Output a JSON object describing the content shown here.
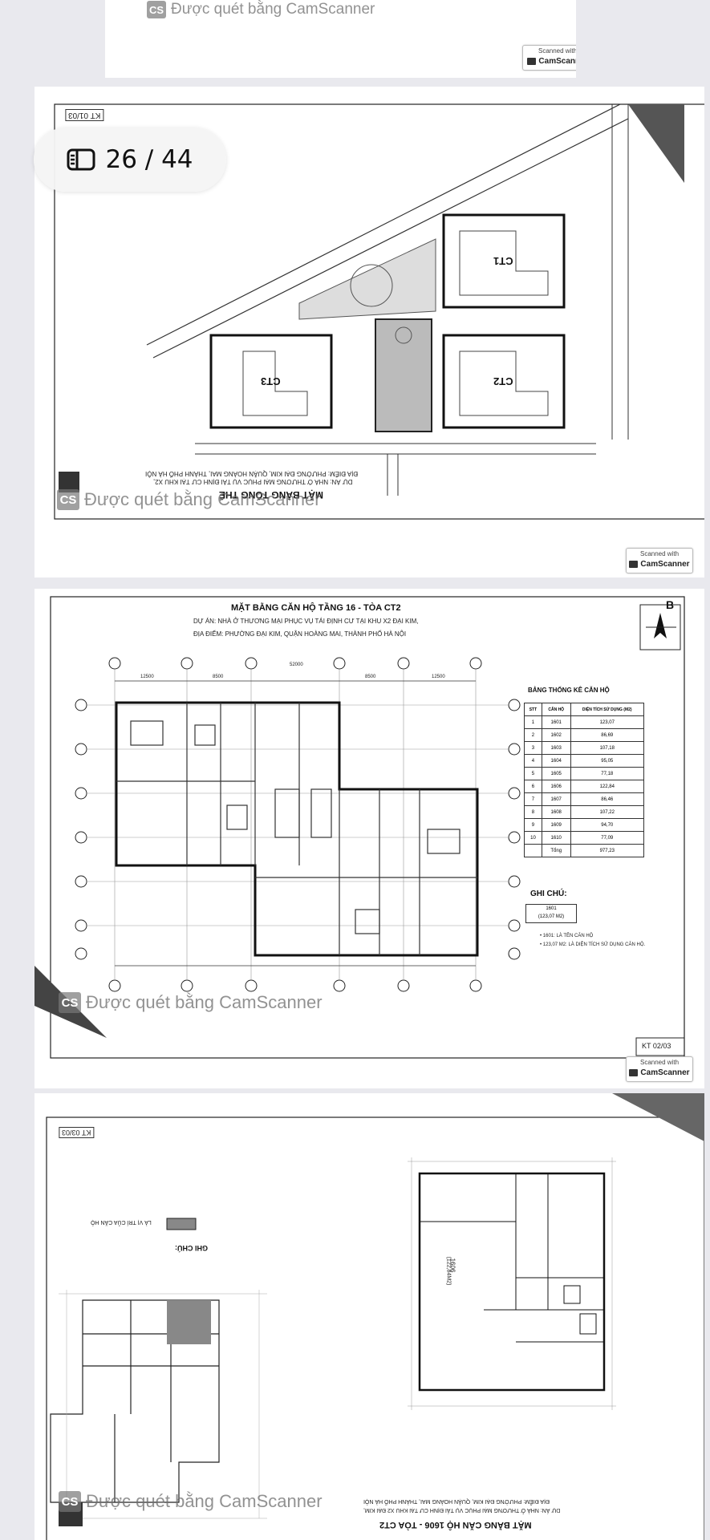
{
  "viewer": {
    "page_counter": "26 / 44",
    "pages_icon": "pages-icon"
  },
  "watermark": {
    "text": "Được quét bằng CamScanner",
    "logo": "CS"
  },
  "badge": {
    "line1": "Scanned with",
    "line2": "CamScanner"
  },
  "page1": {
    "stamp_code": "KT 01/03",
    "title": "MẶT BẰNG TỔNG THỂ",
    "project": "DỰ ÁN: NHÀ Ở THƯƠNG MẠI PHỤC VỤ TÁI ĐỊNH CƯ TẠI KHU X2,",
    "location": "ĐỊA ĐIỂM: PHƯỜNG ĐẠI KIM, QUẬN HOÀNG MAI, THÀNH PHỐ HÀ NỘI",
    "buildings": [
      "CT1",
      "CT2",
      "CT3"
    ]
  },
  "page2": {
    "title": "MẶT BẰNG CĂN HỘ TẦNG 16 - TÒA CT2",
    "project": "DỰ ÁN: NHÀ Ở THƯƠNG MẠI PHỤC VỤ TÁI ĐỊNH CƯ TẠI KHU X2 ĐẠI KIM,",
    "location": "ĐỊA ĐIỂM: PHƯỜNG ĐẠI KIM, QUẬN HOÀNG MAI, THÀNH PHỐ HÀ NỘI",
    "compass": "B",
    "stamp_code": "KT 02/03",
    "table": {
      "title": "BẢNG THỐNG KÊ CĂN HỘ",
      "headers": [
        "STT",
        "CĂN HỘ",
        "DIỆN TÍCH SỬ DỤNG (M2)"
      ],
      "rows": [
        [
          "1",
          "1601",
          "123,07"
        ],
        [
          "2",
          "1602",
          "86,69"
        ],
        [
          "3",
          "1603",
          "107,18"
        ],
        [
          "4",
          "1604",
          "95,05"
        ],
        [
          "5",
          "1605",
          "77,18"
        ],
        [
          "6",
          "1606",
          "122,84"
        ],
        [
          "7",
          "1607",
          "86,46"
        ],
        [
          "8",
          "1608",
          "107,22"
        ],
        [
          "9",
          "1609",
          "94,70"
        ],
        [
          "10",
          "1610",
          "77,09"
        ],
        [
          "",
          "Tổng",
          "977,23"
        ]
      ]
    },
    "notes": {
      "heading": "GHI CHÚ:",
      "sample_code": "1601",
      "sample_area": "(123,07 M2)",
      "note1": "• 1601: LÀ TÊN CĂN HỘ",
      "note2": "• 123,07 M2: LÀ DIỆN TÍCH SỬ DỤNG CĂN HỘ."
    },
    "dims": [
      "12500",
      "8500",
      "8500",
      "12500",
      "52000"
    ]
  },
  "page3": {
    "stamp_code": "KT 03/03",
    "title": "MẶT BẰNG CĂN HỘ 1606 - TÒA CT2",
    "note_heading": "GHI CHÚ:",
    "note_text": "LÀ VỊ TRÍ CỦA CĂN HỘ",
    "unit_label": "1606",
    "unit_area": "(122,84M2)",
    "project": "DỰ ÁN: NHÀ Ở THƯƠNG MẠI PHỤC VỤ TÁI ĐỊNH CƯ TẠI KHU X2 ĐẠI KIM,",
    "location": "ĐỊA ĐIỂM: PHƯỜNG ĐẠI KIM, QUẬN HOÀNG MAI, THÀNH PHỐ HÀ NỘI"
  }
}
